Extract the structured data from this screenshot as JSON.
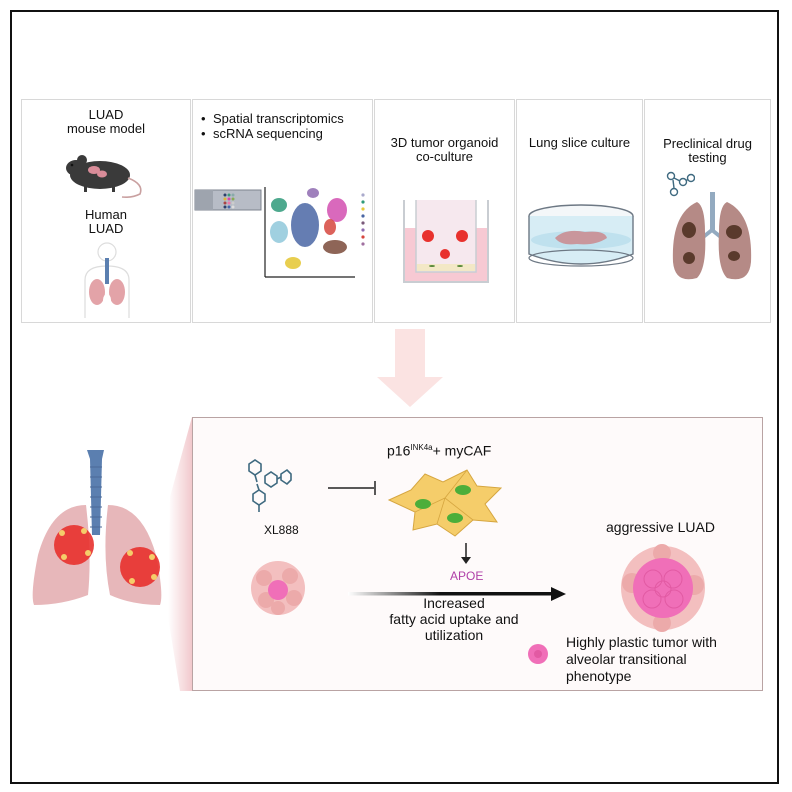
{
  "panels": [
    {
      "title_line1": "LUAD",
      "title_line2": "mouse model",
      "subtitle_line1": "Human",
      "subtitle_line2": "LUAD"
    },
    {
      "bullets": [
        "Spatial transcriptomics",
        "scRNA sequencing"
      ]
    },
    {
      "title_line1": "3D tumor organoid",
      "title_line2": "co-culture"
    },
    {
      "title_line1": "Lung slice culture"
    },
    {
      "title_line1": "Preclinical drug",
      "title_line2": "testing"
    }
  ],
  "mechanism": {
    "drug_label": "XL888",
    "caf_label_main": "p16",
    "caf_label_sup": "INK4a",
    "caf_label_rest": "+ myCAF",
    "apoe_label": "APOE",
    "process_line1": "Increased",
    "process_line2": "fatty acid uptake and",
    "process_line3": "utilization",
    "outcome_label": "aggressive  LUAD",
    "legend_line1": "Highly plastic tumor with",
    "legend_line2": "alveolar transitional",
    "legend_line3": "phenotype"
  },
  "colors": {
    "apoe": "#b040a8",
    "flow_arrow": "#fbe3e2",
    "caf_fill": "#f5cd6a",
    "caf_nucleus": "#4cae3a",
    "tumor_pink": "#f06fb8",
    "tumor_red": "#e8312d",
    "trachea": "#5b7fb0",
    "lung": "#e7b7ba"
  }
}
